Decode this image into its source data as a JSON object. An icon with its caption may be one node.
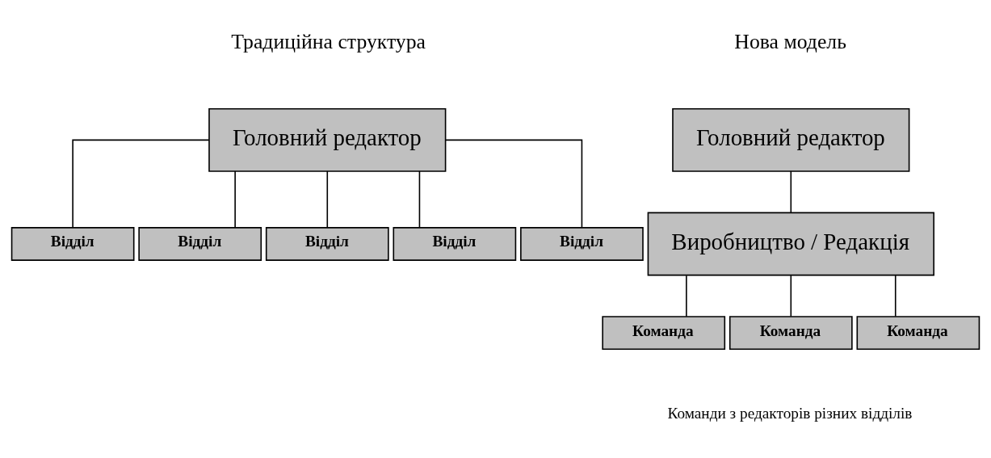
{
  "diagram": {
    "nodes": [
      {
        "text": [
          "Головний редактор"
        ]
      },
      {
        "text": [
          "Відділ"
        ]
      },
      {
        "text": [
          "Відділ"
        ]
      },
      {
        "text": [
          "Відділ"
        ]
      },
      {
        "text": [
          "Відділ"
        ]
      },
      {
        "text": [
          "Відділ"
        ]
      },
      {
        "text": [
          "Головний редактор"
        ]
      },
      {
        "text": [
          "Виробництво / Редакція"
        ]
      },
      {
        "text": [
          "Команда"
        ]
      },
      {
        "text": [
          "Команда"
        ]
      },
      {
        "text": [
          "Команда"
        ]
      }
    ],
    "edges": [
      {
        "from": 0,
        "to": 1,
        "arrow": "none"
      },
      {
        "from": 0,
        "to": 2,
        "arrow": "none"
      },
      {
        "from": 0,
        "to": 3,
        "arrow": "none"
      },
      {
        "from": 0,
        "to": 4,
        "arrow": "none"
      },
      {
        "from": 0,
        "to": 5,
        "arrow": "none"
      },
      {
        "from": 6,
        "to": 7,
        "arrow": "none"
      },
      {
        "from": 7,
        "to": 8,
        "arrow": "none"
      },
      {
        "from": 7,
        "to": 9,
        "arrow": "none"
      },
      {
        "from": 7,
        "to": 10,
        "arrow": "none"
      }
    ],
    "labels": [
      "Традиційна структура",
      "Нова модель",
      "Команди з редакторів різних відділів"
    ]
  }
}
